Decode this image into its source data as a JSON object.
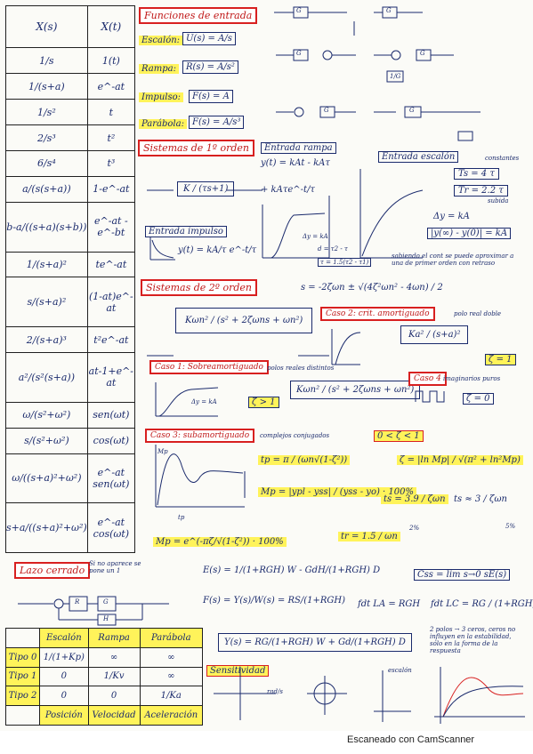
{
  "table": {
    "headers": [
      "X(s)",
      "X(t)"
    ],
    "rows": [
      {
        "s": "1/s",
        "t": "1(t)"
      },
      {
        "s": "1/(s+a)",
        "t": "e^-at"
      },
      {
        "s": "1/s²",
        "t": "t"
      },
      {
        "s": "2/s³",
        "t": "t²"
      },
      {
        "s": "6/s⁴",
        "t": "t³"
      },
      {
        "s": "a/(s(s+a))",
        "t": "1-e^-at"
      },
      {
        "s": "b-a/((s+a)(s+b))",
        "t": "e^-at - e^-bt"
      },
      {
        "s": "1/(s+a)²",
        "t": "te^-at"
      },
      {
        "s": "s/(s+a)²",
        "t": "(1-at)e^-at"
      },
      {
        "s": "2/(s+a)³",
        "t": "t²e^-at"
      },
      {
        "s": "a²/(s²(s+a))",
        "t": "at-1+e^-at"
      },
      {
        "s": "ω/(s²+ω²)",
        "t": "sen(ωt)"
      },
      {
        "s": "s/(s²+ω²)",
        "t": "cos(ωt)"
      },
      {
        "s": "ω/((s+a)²+ω²)",
        "t": "e^-at sen(ωt)"
      },
      {
        "s": "s+a/((s+a)²+ω²)",
        "t": "e^-at cos(ωt)"
      }
    ]
  },
  "inputs": {
    "title": "Funciones de entrada",
    "escalon_label": "Escalón:",
    "escalon_formula": "U(s) = A/s",
    "rampa_label": "Rampa:",
    "rampa_formula": "R(s) = A/s²",
    "impulso_label": "Impulso:",
    "impulso_formula": "F(s) = A",
    "parabola_label": "Parábola:",
    "parabola_formula": "F(s) = A/s³"
  },
  "first_order": {
    "title": "Sistemas de 1º orden",
    "entrada_rampa": "Entrada rampa",
    "rampa_eq": "y(t) = kAt - kAτ",
    "rampa_eq2": "+ kAτe^-t/τ",
    "block": "K / (τs+1)",
    "entrada_escalon": "Entrada escalón",
    "escalon_note": "constantes",
    "ts": "Ts = 4 τ",
    "tr": "Tr = 2.2 τ",
    "subida": "subida",
    "entrada_impulso": "Entrada impulso",
    "impulso_eq": "y(t) = kA/τ e^-t/τ",
    "dy_ka": "Δy = kA",
    "dy_kar": "Δy = kA",
    "ss_eq": "|y(∞) - y(0)| = kA",
    "tau_note": "sabiendo el cont se puede aproximar a una de primer orden con retraso",
    "tau_eq": "d = τ2 - τ",
    "tau_final": "τ = 1.5(τ2 - τ1)"
  },
  "second_order": {
    "title": "Sistemas de 2º orden",
    "s_eq": "s = -2ζωn ± √(4ζ²ωn² - 4ωn) / 2",
    "tf": "Kωn² / (s² + 2ζωns + ωn²)",
    "caso2": "Caso 2: crit. amortiguado",
    "caso2_note": "polo real doble",
    "caso2_tf": "Ka² / (s+a)²",
    "caso2_z": "ζ = 1",
    "caso1": "Caso 1: Sobreamortiguado",
    "caso1_note": "polos reales distintos",
    "caso1_z": "ζ > 1",
    "caso1_dy": "Δy = kA",
    "caso4": "Caso 4",
    "caso4_note": "imaginarios puros",
    "caso4_z": "ζ = 0",
    "caso3": "Caso 3: subamortiguado",
    "caso3_note": "complejos conjugados",
    "caso3_z": "0 < ζ < 1",
    "tp": "tp = π / (ωn√(1-ζ²))",
    "zeta": "ζ = |ln Mp| / √(π² + ln²Mp)",
    "mp_pct": "Mp = |ypl - yss| / (yss - yo) · 100%",
    "ts": "ts = 3.9 / ζωn",
    "ts_approx": "ts ≈ 3 / ζωn",
    "ts_2": "2%",
    "ts_5": "5%",
    "mp_exp": "Mp = e^(-πζ/√(1-ζ²)) · 100%",
    "tr": "tr = 1.5 / ωn",
    "mp_label": "Mp",
    "tp_axis": "tp"
  },
  "closed_loop": {
    "title": "Lazo cerrado",
    "note": "Si no aparece se pone un 1",
    "e_eq": "E(s) = 1/(1+RGH) W - GdH/(1+RGH) D",
    "css": "Css = lim s→0 sE(s)",
    "f_eq": "F(s) = Y(s)/W(s) = RS/(1+RGH)",
    "fdt_la": "fdt LA = RGH",
    "fdt_lc": "fdt LC = RG / (1+RGH)",
    "y_eq": "Y(s) = RG/(1+RGH) W + Gd/(1+RGH) D",
    "sensitivity": "Sensitividad",
    "sens_note": "rad/s",
    "poles_note": "2 polos → 3 ceros, ceros no influyen en la estabilidad, sólo en la forma de la respuesta",
    "escalon": "escalón"
  },
  "error_table": {
    "headers": [
      "",
      "Escalón",
      "Rampa",
      "Parábola"
    ],
    "rows": [
      {
        "type": "Tipo 0",
        "c1": "1/(1+Kp)",
        "c2": "∞",
        "c3": "∞"
      },
      {
        "type": "Tipo 1",
        "c1": "0",
        "c2": "1/Kv",
        "c3": "∞"
      },
      {
        "type": "Tipo 2",
        "c1": "0",
        "c2": "0",
        "c3": "1/Ka"
      }
    ],
    "footer": [
      "",
      "Posición",
      "Velocidad",
      "Aceleración"
    ]
  },
  "blocks": {
    "g": "G",
    "r": "R",
    "h": "H",
    "gh": "1/G"
  },
  "footer": "Escaneado con CamScanner"
}
